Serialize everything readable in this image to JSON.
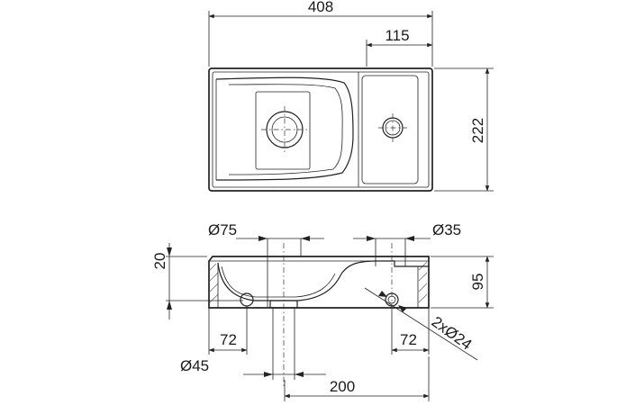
{
  "top_view": {
    "overall_width": "408",
    "tap_deck_width": "115",
    "depth": "222"
  },
  "side_view": {
    "drain_diameter": "Ø75",
    "tap_hole_diameter": "Ø35",
    "rim_height": "20",
    "height": "95",
    "left_hole_offset": "72",
    "right_hole_offset": "72",
    "overflow_holes": "2xØ24",
    "waste_diameter": "Ø45",
    "drain_position": "200"
  }
}
